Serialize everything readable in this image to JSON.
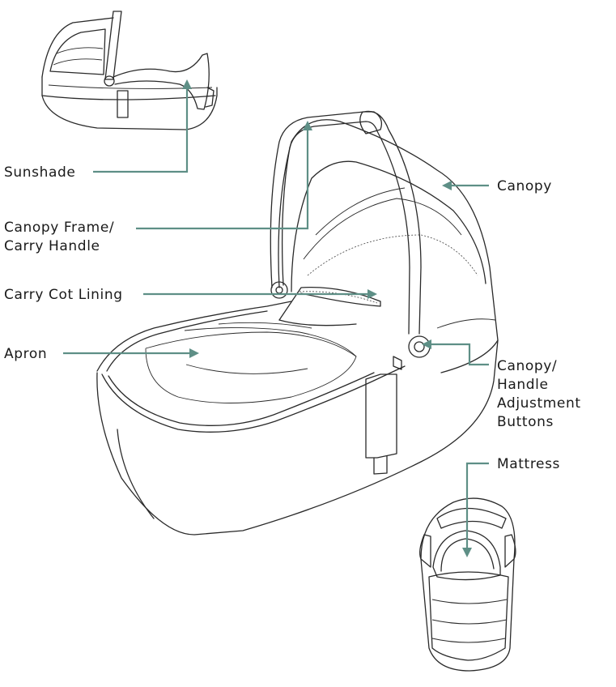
{
  "accent": "#5e8f86",
  "labels": {
    "sunshade": "Sunshade",
    "canopy_frame_1": "Canopy Frame/",
    "canopy_frame_2": "Carry Handle",
    "lining": "Carry Cot Lining",
    "apron": "Apron",
    "canopy": "Canopy",
    "buttons_1": "Canopy/",
    "buttons_2": "Handle",
    "buttons_3": "Adjustment",
    "buttons_4": "Buttons",
    "mattress": "Mattress"
  }
}
